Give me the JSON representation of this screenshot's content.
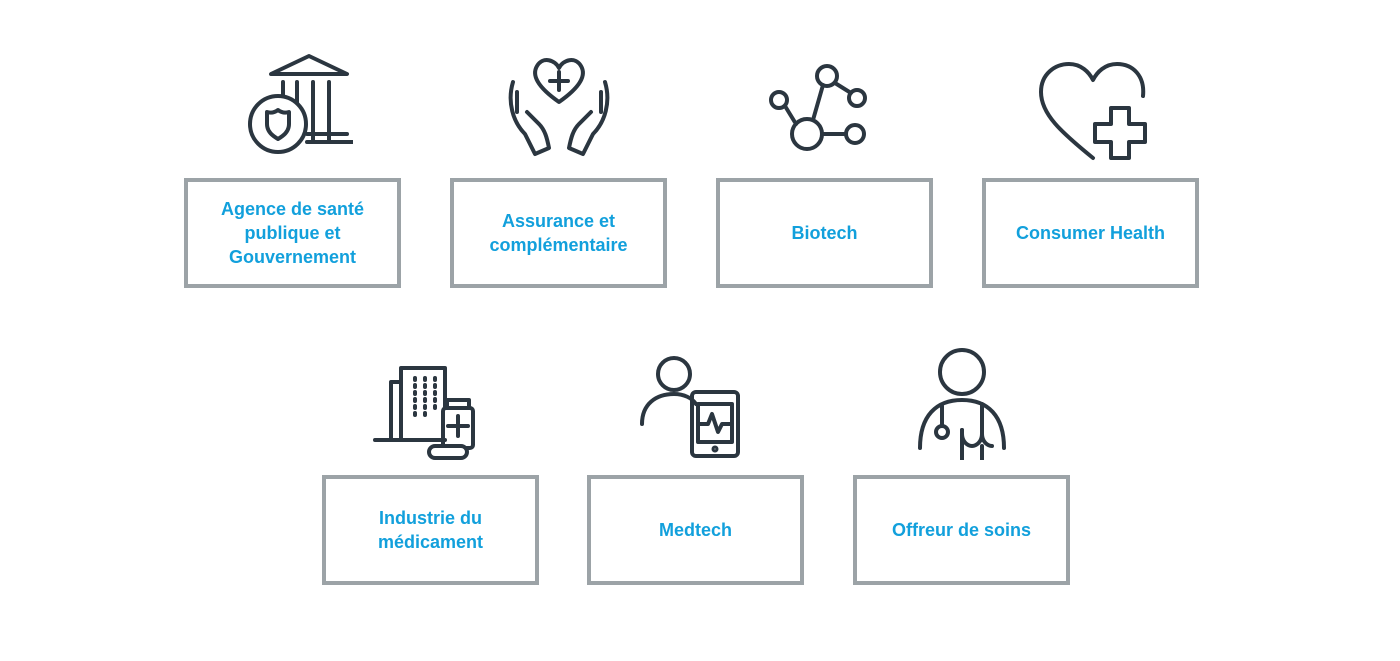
{
  "categories": [
    {
      "label": "Agence de santé publique et Gouvernement",
      "icon": "government-building-icon"
    },
    {
      "label": "Assurance et complémentaire",
      "icon": "hands-heart-icon"
    },
    {
      "label": "Biotech",
      "icon": "molecule-icon"
    },
    {
      "label": "Consumer Health",
      "icon": "heart-plus-icon"
    },
    {
      "label": "Industrie du médicament",
      "icon": "pharma-factory-icon"
    },
    {
      "label": "Medtech",
      "icon": "person-tablet-icon"
    },
    {
      "label": "Offreur de soins",
      "icon": "doctor-stethoscope-icon"
    }
  ],
  "colors": {
    "text": "#12a0dc",
    "border": "#9ca3a7",
    "icon": "#2b3640"
  }
}
